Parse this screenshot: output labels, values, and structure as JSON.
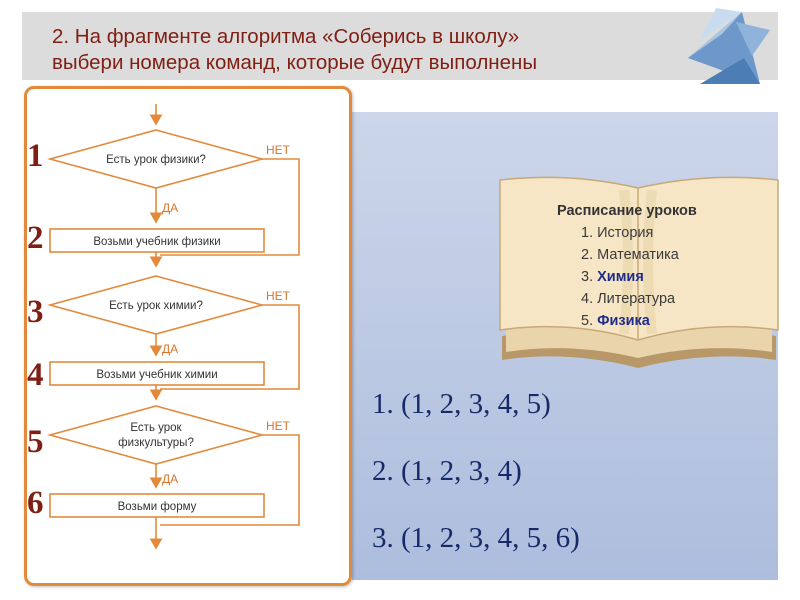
{
  "header": {
    "line1": "2. На фрагменте алгоритма «Соберись в школу»",
    "line2": "выбери номера команд, которые будут выполнены"
  },
  "flowchart": {
    "decision1": "Есть урок физики?",
    "action1": "Возьми учебник физики",
    "decision2": "Есть урок химии?",
    "action2": "Возьми учебник химии",
    "decision3_line1": "Есть урок",
    "decision3_line2": "физкультуры?",
    "action3": "Возьми форму",
    "no_label": "НЕТ",
    "yes_label": "ДА"
  },
  "step_numbers": [
    "1",
    "2",
    "3",
    "4",
    "5",
    "6"
  ],
  "schedule": {
    "title": "Расписание уроков",
    "items": [
      {
        "num": "1.",
        "text": "История"
      },
      {
        "num": "2.",
        "text": "Математика"
      },
      {
        "num": "3.",
        "text": "Химия"
      },
      {
        "num": "4.",
        "text": "Литература"
      },
      {
        "num": "5.",
        "text": "Физика"
      }
    ]
  },
  "answers": [
    "1. (1, 2, 3, 4, 5)",
    "2. (1, 2, 3, 4)",
    "3. (1, 2, 3, 4, 5, 6)"
  ],
  "colors": {
    "title": "#7f1e13",
    "flow_orange": "#e28a3a",
    "highlight": "#1f2c8a",
    "answer": "#162a6a"
  }
}
